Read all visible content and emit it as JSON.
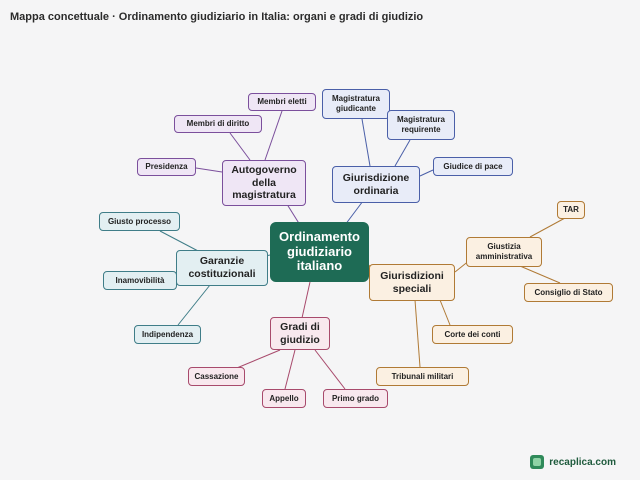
{
  "header": {
    "title": "Mappa concettuale · Ordinamento giudiziario in Italia: organi e gradi di giudizio"
  },
  "center": {
    "label": "Ordinamento giudiziario italiano"
  },
  "branches": {
    "autogoverno": {
      "label": "Autogoverno della magistratura",
      "leaves": [
        "Membri eletti",
        "Membri di diritto",
        "Presidenza"
      ]
    },
    "ordinaria": {
      "label": "Giurisdizione ordinaria",
      "leaves": [
        "Magistratura giudicante",
        "Magistratura requirente",
        "Giudice di pace"
      ]
    },
    "garanzie": {
      "label": "Garanzie costituzionali",
      "leaves": [
        "Giusto processo",
        "Inamovibilità",
        "Indipendenza"
      ]
    },
    "gradi": {
      "label": "Gradi di giudizio",
      "leaves": [
        "Cassazione",
        "Appello",
        "Primo grado"
      ]
    },
    "speciali": {
      "label": "Giurisdizioni speciali",
      "leaves": [
        "Corte dei conti",
        "Tribunali militari"
      ]
    },
    "amministrativa": {
      "label": "Giustizia amministrativa",
      "leaves": [
        "TAR",
        "Consiglio di Stato"
      ]
    }
  },
  "colors": {
    "center": "#1e6b55",
    "blue": "#4a5fa8",
    "purple": "#7b4f9c",
    "teal": "#3f7d88",
    "pink": "#a84a6c",
    "orange": "#b07a35"
  },
  "footer": {
    "brand": "recaplica.com",
    "logo_icon": "recaplica-logo-icon"
  }
}
